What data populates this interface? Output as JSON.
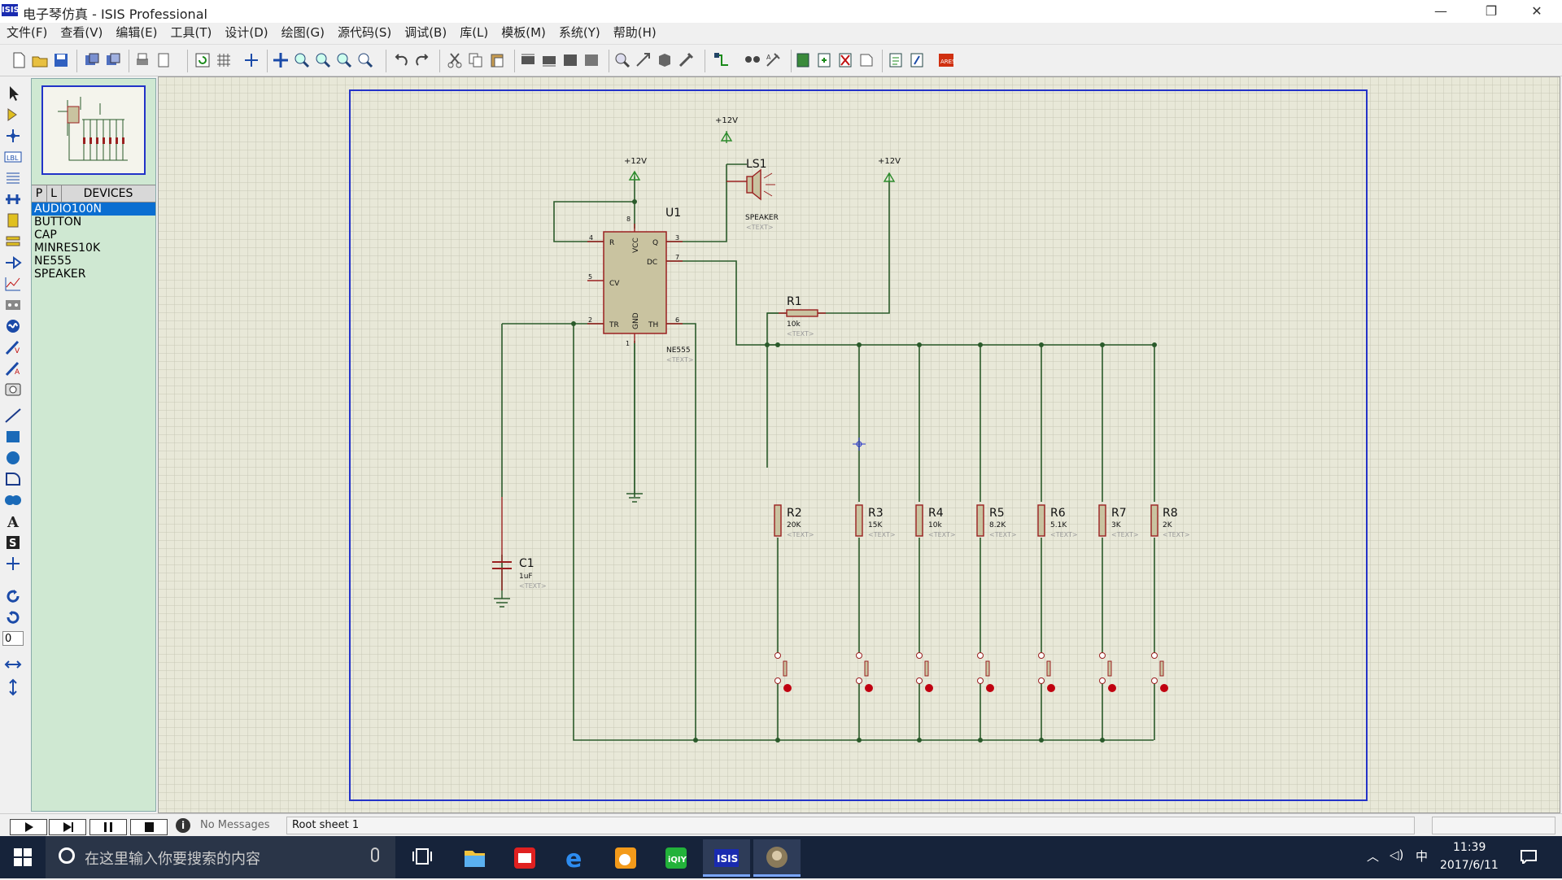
{
  "window": {
    "icon_text": "ISIS",
    "title": "电子琴仿真 - ISIS Professional",
    "controls": [
      "—",
      "❐",
      "✕"
    ]
  },
  "menu": [
    "文件(F)",
    "查看(V)",
    "编辑(E)",
    "工具(T)",
    "设计(D)",
    "绘图(G)",
    "源代码(S)",
    "调试(B)",
    "库(L)",
    "模板(M)",
    "系统(Y)",
    "帮助(H)"
  ],
  "toolbar_icons": [
    "new-icon",
    "open-icon",
    "save-icon",
    "import-icon",
    "export-icon",
    "print-icon",
    "area-icon",
    "refresh-icon",
    "grid-icon",
    "origin-icon",
    "pan-icon",
    "zoom-in-icon",
    "zoom-out-icon",
    "zoom-all-icon",
    "zoom-area-icon",
    "undo-icon",
    "redo-icon",
    "cut-icon",
    "copy-icon",
    "paste-icon",
    "block-copy-icon",
    "block-move-icon",
    "block-rotate-icon",
    "block-delete-icon",
    "pick-device-icon",
    "make-device-icon",
    "packaging-icon",
    "decompose-icon",
    "wire-autorouter-icon",
    "search-icon",
    "property-assign-icon",
    "new-sheet-icon",
    "remove-sheet-icon",
    "zoom-child-icon",
    "bom-icon",
    "erc-icon",
    "ares-icon"
  ],
  "left_tools": [
    "select-icon",
    "component-icon",
    "junction-icon",
    "wire-label-icon",
    "text-script-icon",
    "bus-icon",
    "subcircuit-icon",
    "terminal-icon",
    "pin-icon",
    "graph-icon",
    "tape-icon",
    "generator-icon",
    "voltage-probe-icon",
    "current-probe-icon",
    "instrument-icon",
    "line-icon",
    "box-icon",
    "circle-icon",
    "arc-icon",
    "path-icon",
    "text-icon",
    "symbol-icon",
    "marker-icon",
    "rotate-cw-icon",
    "rotate-ccw-icon",
    "angle-input",
    "mirror-x-icon",
    "mirror-y-icon"
  ],
  "rotation_value": "0",
  "devices": {
    "tabs": [
      "P",
      "L",
      "DEVICES"
    ],
    "items": [
      "AUDIO100N",
      "BUTTON",
      "CAP",
      "MINRES10K",
      "NE555",
      "SPEAKER"
    ],
    "selected_index": 0
  },
  "schematic": {
    "u1_ref": "U1",
    "u1_part": "NE555",
    "u1_pins": {
      "r": "R",
      "vcc": "VCC",
      "q": "Q",
      "dc": "DC",
      "cv": "CV",
      "tr": "TR",
      "gnd": "GND",
      "th": "TH",
      "n4": "4",
      "n8": "8",
      "n3": "3",
      "n7": "7",
      "n5": "5",
      "n2": "2",
      "n6": "6",
      "n1": "1"
    },
    "power_label": "+12V",
    "ls1_ref": "LS1",
    "ls1_part": "SPEAKER",
    "text_placeholder": "<TEXT>",
    "r1_ref": "R1",
    "r1_value": "10k",
    "c1_ref": "C1",
    "c1_value": "1uF",
    "resistors": [
      {
        "ref": "R2",
        "value": "20K"
      },
      {
        "ref": "R3",
        "value": "15K"
      },
      {
        "ref": "R4",
        "value": "10k"
      },
      {
        "ref": "R5",
        "value": "8.2K"
      },
      {
        "ref": "R6",
        "value": "5.1K"
      },
      {
        "ref": "R7",
        "value": "3K"
      },
      {
        "ref": "R8",
        "value": "2K"
      }
    ]
  },
  "status": {
    "messages": "No Messages",
    "sheet": "Root sheet 1"
  },
  "taskbar": {
    "search_placeholder": "在这里输入你要搜索的内容",
    "ime": "中",
    "time": "11:39",
    "date": "2017/6/11"
  },
  "colors": {
    "wire": "#2a5a2a",
    "component": "#9a2020",
    "component_fill": "#c9c3a0",
    "sheet_border": "#2433c8",
    "grid": "#c7c8b6",
    "selection": "#0a6ed1"
  }
}
